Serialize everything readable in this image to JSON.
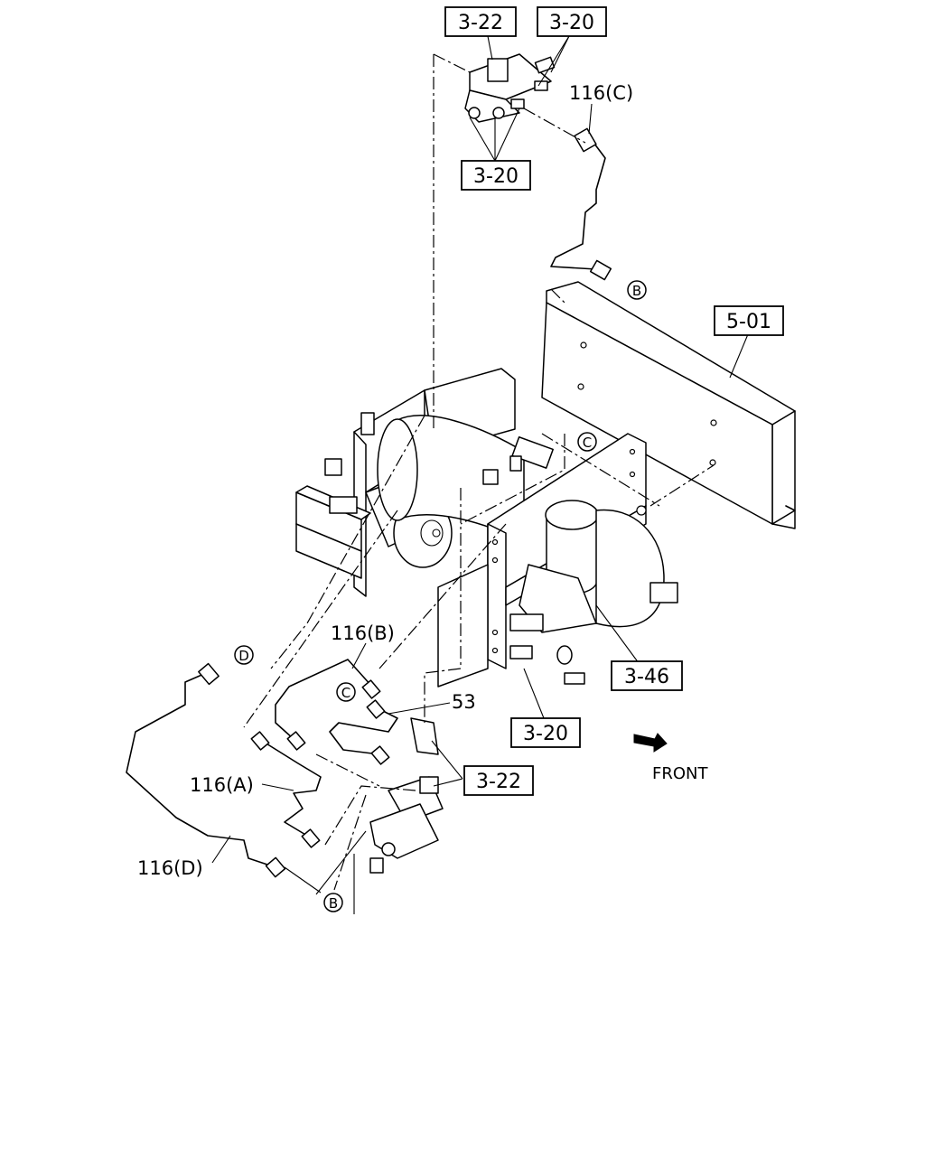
{
  "diagram": {
    "refs": {
      "ref_322_top": "3-22",
      "ref_320_topright": "3-20",
      "ref_320_topleft": "3-20",
      "ref_501": "5-01",
      "ref_346": "3-46",
      "ref_320_bottom": "3-20",
      "ref_322_bottom": "3-22"
    },
    "parts": {
      "p116c": "116(C)",
      "p116b": "116(B)",
      "p116a": "116(A)",
      "p116d": "116(D)",
      "p53": "53"
    },
    "markers": {
      "b_top": "B",
      "b_bottom": "B",
      "c_right": "C",
      "c_left": "C",
      "d_left": "D"
    },
    "orientation_label": "FRONT"
  }
}
